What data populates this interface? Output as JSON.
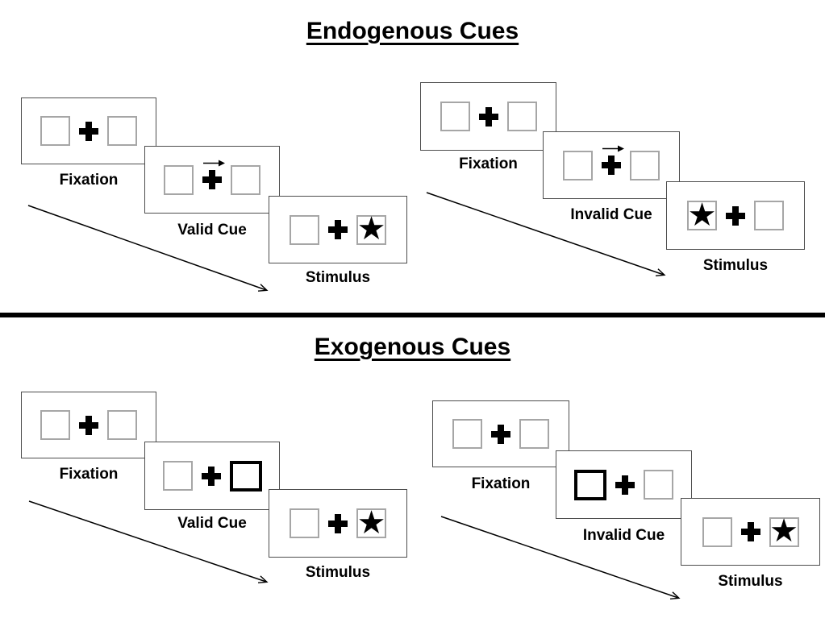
{
  "colors": {
    "ink": "#000000",
    "panel_border": "#4d4d4d",
    "box_border": "#a6a6a6",
    "background": "#ffffff"
  },
  "icons": {
    "star": "★"
  },
  "sections": [
    {
      "title": "Endogenous Cues",
      "groups": [
        {
          "name": "endogenous-valid",
          "panels": [
            {
              "label": "Fixation"
            },
            {
              "label": "Valid Cue"
            },
            {
              "label": "Stimulus"
            }
          ]
        },
        {
          "name": "endogenous-invalid",
          "panels": [
            {
              "label": "Fixation"
            },
            {
              "label": "Invalid Cue"
            },
            {
              "label": "Stimulus"
            }
          ]
        }
      ]
    },
    {
      "title": "Exogenous Cues",
      "groups": [
        {
          "name": "exogenous-valid",
          "panels": [
            {
              "label": "Fixation"
            },
            {
              "label": "Valid Cue"
            },
            {
              "label": "Stimulus"
            }
          ]
        },
        {
          "name": "exogenous-invalid",
          "panels": [
            {
              "label": "Fixation"
            },
            {
              "label": "Invalid Cue"
            },
            {
              "label": "Stimulus"
            }
          ]
        }
      ]
    }
  ]
}
